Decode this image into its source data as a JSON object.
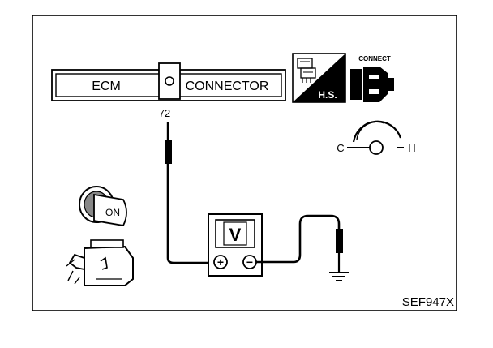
{
  "diagram": {
    "connector": {
      "ecm_label": "ECM",
      "connector_label": "CONNECTOR",
      "terminal": "72"
    },
    "hs_badge": "H.S.",
    "connect_label": "CONNECT",
    "temp_gauge": {
      "cold": "C",
      "hot": "H"
    },
    "ignition_key": "ON",
    "voltmeter": {
      "symbol": "V",
      "positive": "+",
      "negative": "−"
    },
    "figure_code": "SEF947X"
  }
}
